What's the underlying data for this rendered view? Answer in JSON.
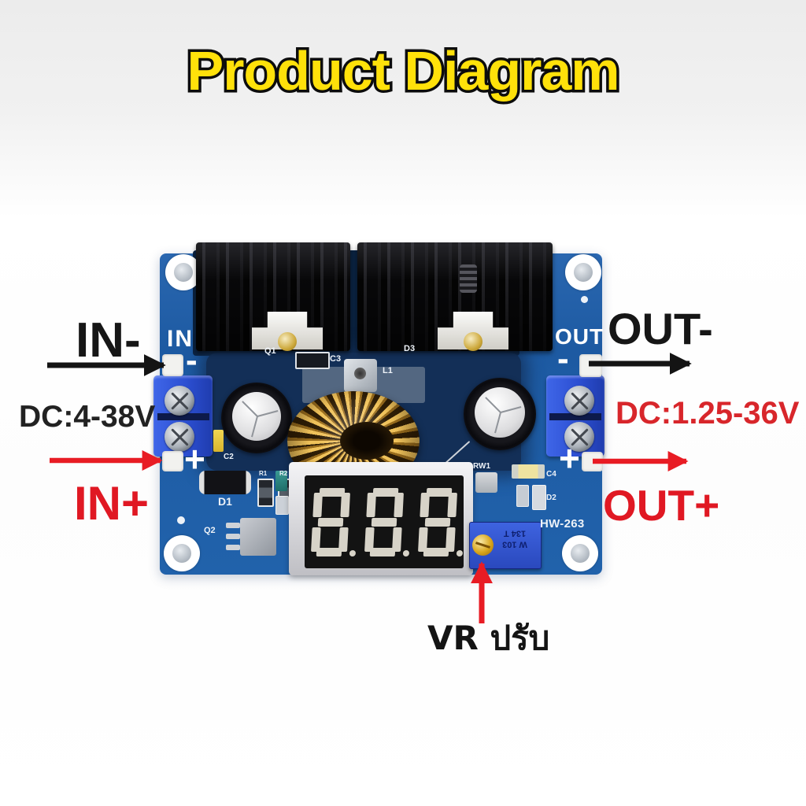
{
  "title": "Product Diagram",
  "colors": {
    "title_yellow": "#ffe10a",
    "outline_black": "#0d0d0d",
    "annotation_red": "#e81c24",
    "annotation_black": "#1a1a1a",
    "pcb_blue": "#1e5ca3",
    "terminal_blue": "#2f52d4",
    "heatsink_black": "#0a0a0c",
    "copper_gold": "#e0b04a"
  },
  "annotations": {
    "in_minus": "IN-",
    "in_plus": "IN+",
    "out_minus": "OUT-",
    "out_plus": "OUT+",
    "input_range": "DC:4-38V",
    "output_range": "DC:1.25-36V",
    "vr_adjust": "VR ปรับ"
  },
  "board": {
    "display_reading": "8.8.8.",
    "silkscreen": {
      "in": "IN",
      "out": "OUT",
      "in_minus_sign": "-",
      "in_plus_sign": "+",
      "out_minus_sign": "-",
      "out_plus_sign": "+",
      "q1": "Q1",
      "q2": "Q2",
      "c2": "C2",
      "c3": "C3",
      "c4": "C4",
      "l1": "L1",
      "d1": "D1",
      "d2": "D2",
      "d3": "D3",
      "r1": "R1",
      "r2": "R2",
      "rw1": "RW1",
      "model": "HW-263"
    },
    "trimmer": {
      "line1": "W 103",
      "line2": "134 T"
    }
  }
}
